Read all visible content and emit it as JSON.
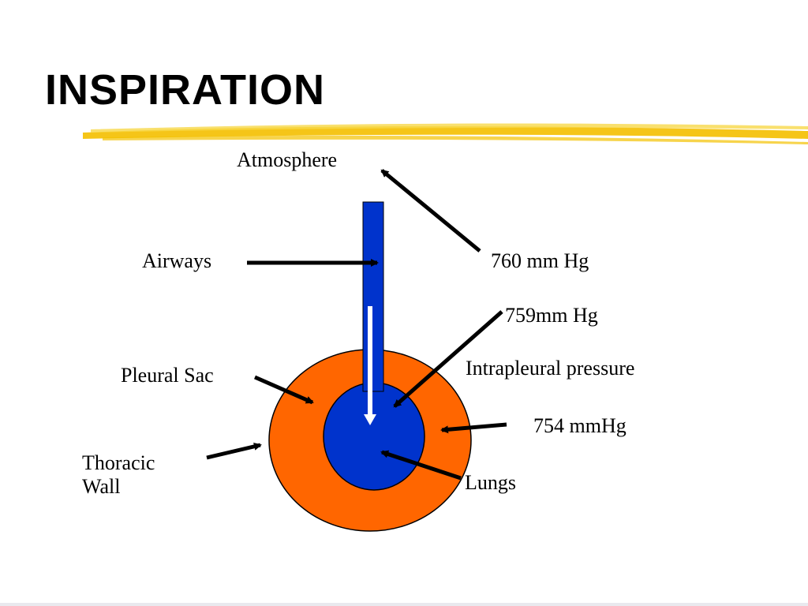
{
  "slide": {
    "title": "INSPIRATION"
  },
  "labels": {
    "atmosphere": "Atmosphere",
    "airways": "Airways",
    "pressure_atmosphere": "760 mm Hg",
    "pressure_alveolar": "759mm Hg",
    "intrapleural": "Intrapleural pressure",
    "pressure_intrapleural": "754 mmHg",
    "pleural_sac": "Pleural Sac",
    "thoracic_wall": "Thoracic Wall",
    "lungs": "Lungs"
  },
  "colors": {
    "highlight": "#f5c518",
    "pleural_fill": "#ff6600",
    "lung_fill": "#0033cc",
    "airway_fill": "#0033cc",
    "arrow": "#000000",
    "flow_arrow": "#ffffff"
  }
}
